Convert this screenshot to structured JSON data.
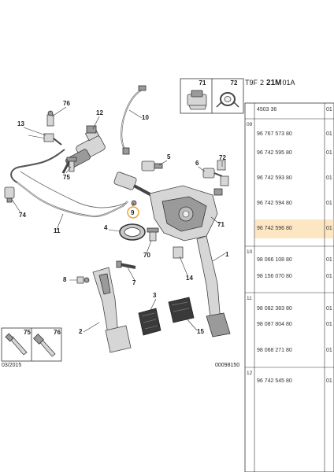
{
  "header": {
    "prefix": "T9F",
    "mid": "2",
    "bold": "21M",
    "suffix": "01A"
  },
  "thumbs": [
    {
      "id": "71"
    },
    {
      "id": "72"
    }
  ],
  "inset": [
    {
      "id": "75"
    },
    {
      "id": "76"
    }
  ],
  "footer": {
    "date": "03/2015",
    "code": "00098150"
  },
  "callouts": [
    "76",
    "13",
    "12",
    "10",
    "75",
    "5",
    "72",
    "6",
    "74",
    "11",
    "4",
    "9",
    "7",
    "71",
    "3",
    "2",
    "70",
    "14",
    "8",
    "15",
    "1"
  ],
  "table": {
    "top_row": {
      "ref": "4503 36",
      "qty": "01"
    },
    "groups": [
      {
        "group": "09",
        "rows": [
          {
            "ref": "96 767 573 80",
            "qty": "01"
          },
          {
            "ref": "96 742 595 80",
            "qty": "01"
          },
          {
            "ref": "96 742 593 80",
            "qty": "01"
          },
          {
            "ref": "96 742 594 80",
            "qty": "01"
          },
          {
            "ref": "96 742 596 80",
            "qty": "01",
            "highlight": true
          }
        ]
      },
      {
        "group": "10",
        "rows": [
          {
            "ref": "98 066 108 80",
            "qty": "01"
          },
          {
            "ref": "98 156 070 80",
            "qty": "01"
          }
        ]
      },
      {
        "group": "11",
        "rows": [
          {
            "ref": "98 082 383 80",
            "qty": "01"
          },
          {
            "ref": "98 087 804 80",
            "qty": "01"
          },
          {
            "ref": "98 068 271 80",
            "qty": "01"
          }
        ]
      },
      {
        "group": "12",
        "rows": [
          {
            "ref": "96 742 545 80",
            "qty": "01"
          }
        ]
      }
    ]
  },
  "colors": {
    "highlight": "#fde6c2",
    "callout_ring": "#f3a23a",
    "border": "#333333"
  }
}
